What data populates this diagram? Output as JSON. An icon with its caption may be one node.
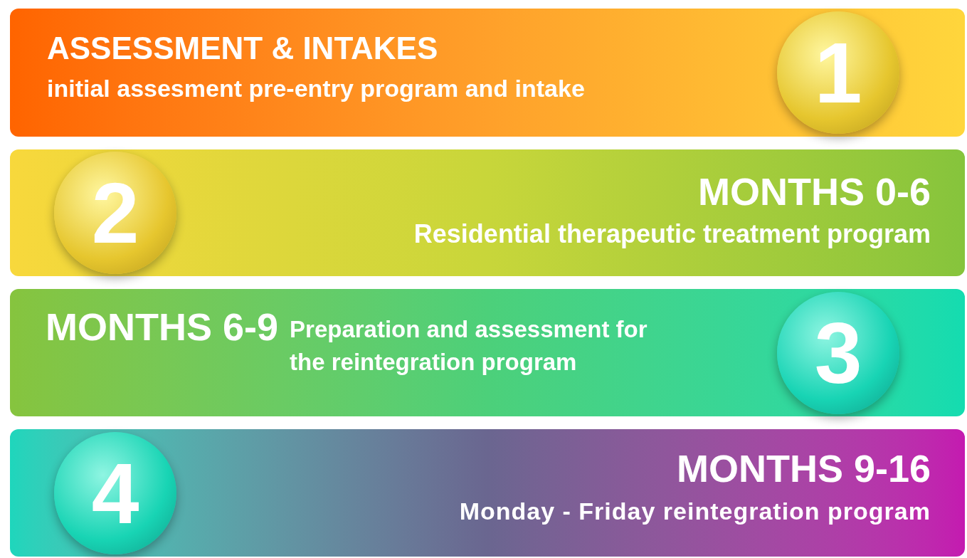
{
  "diagram": {
    "nodes": [
      {
        "text": [
          "ASSESSMENT & INTAKES",
          "initial assesment pre-entry program and intake"
        ]
      },
      {
        "text": [
          "1"
        ],
        "in": 0
      },
      {
        "text": [
          "MONTHS 0-6",
          "Residential therapeutic treatment program"
        ]
      },
      {
        "text": [
          "2"
        ],
        "in": 2
      },
      {
        "text": [
          "MONTHS 6-9",
          "Preparation and assessment for the reintegration program"
        ]
      },
      {
        "text": [
          "3"
        ],
        "in": 4
      },
      {
        "text": [
          "MONTHS 9-16",
          "Monday - Friday reintegration program"
        ]
      },
      {
        "text": [
          "4"
        ],
        "in": 6
      }
    ]
  }
}
